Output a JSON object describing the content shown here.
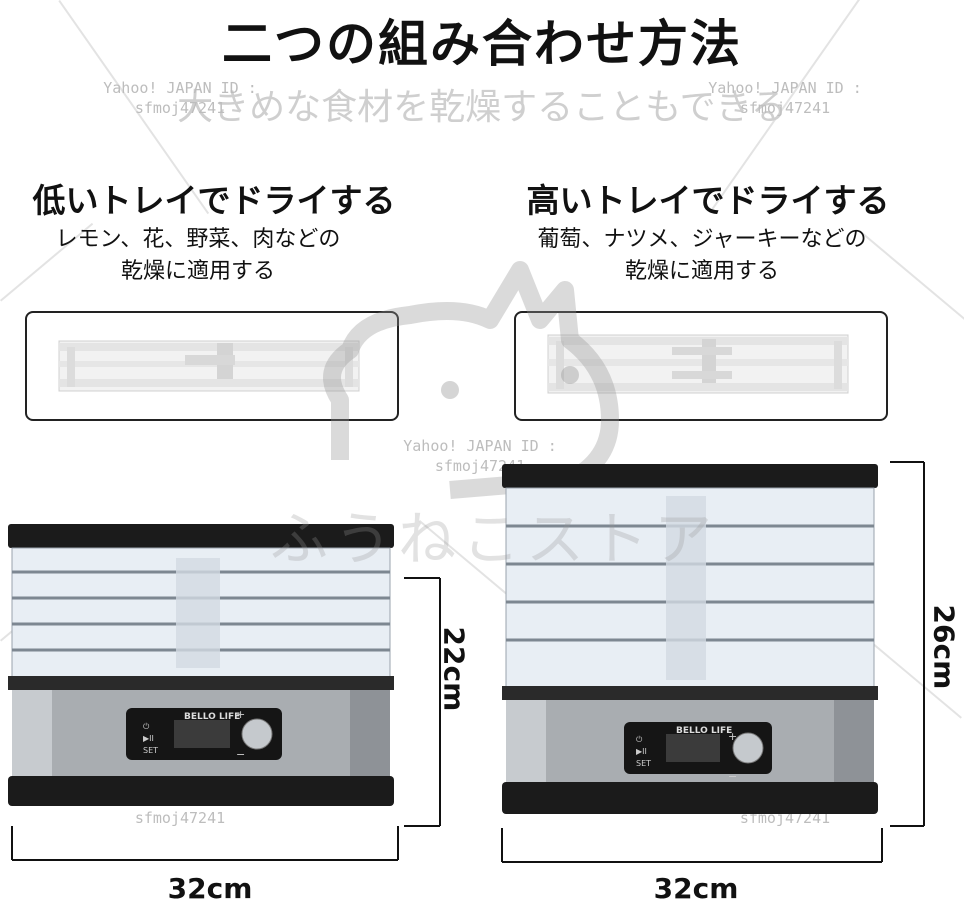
{
  "title": "二つの組み合わせ方法",
  "subtitle": "大きめな食材を乾燥することもできる",
  "watermark": {
    "line1": "Yahoo! JAPAN ID :",
    "line2": "sfmoj47241",
    "store": "ふうねこストア"
  },
  "left": {
    "heading": "低いトレイでドライする",
    "desc_line1": "レモン、花、野菜、肉などの",
    "desc_line2": "乾燥に適用する",
    "height_label": "22cm",
    "width_label": "32cm"
  },
  "right": {
    "heading": "高いトレイでドライする",
    "desc_line1": "葡萄、ナツメ、ジャーキーなどの",
    "desc_line2": "乾燥に適用する",
    "height_label": "26cm",
    "width_label": "32cm"
  },
  "device": {
    "brand": "BELLO LIFE",
    "btn_power": "⏻",
    "btn_play": "▶II",
    "btn_set": "SET",
    "plus": "+",
    "minus": "−"
  },
  "colors": {
    "text": "#111111",
    "watermark": "#bdbdbd",
    "device_black": "#1b1b1b",
    "steel": "#a9adb1"
  }
}
